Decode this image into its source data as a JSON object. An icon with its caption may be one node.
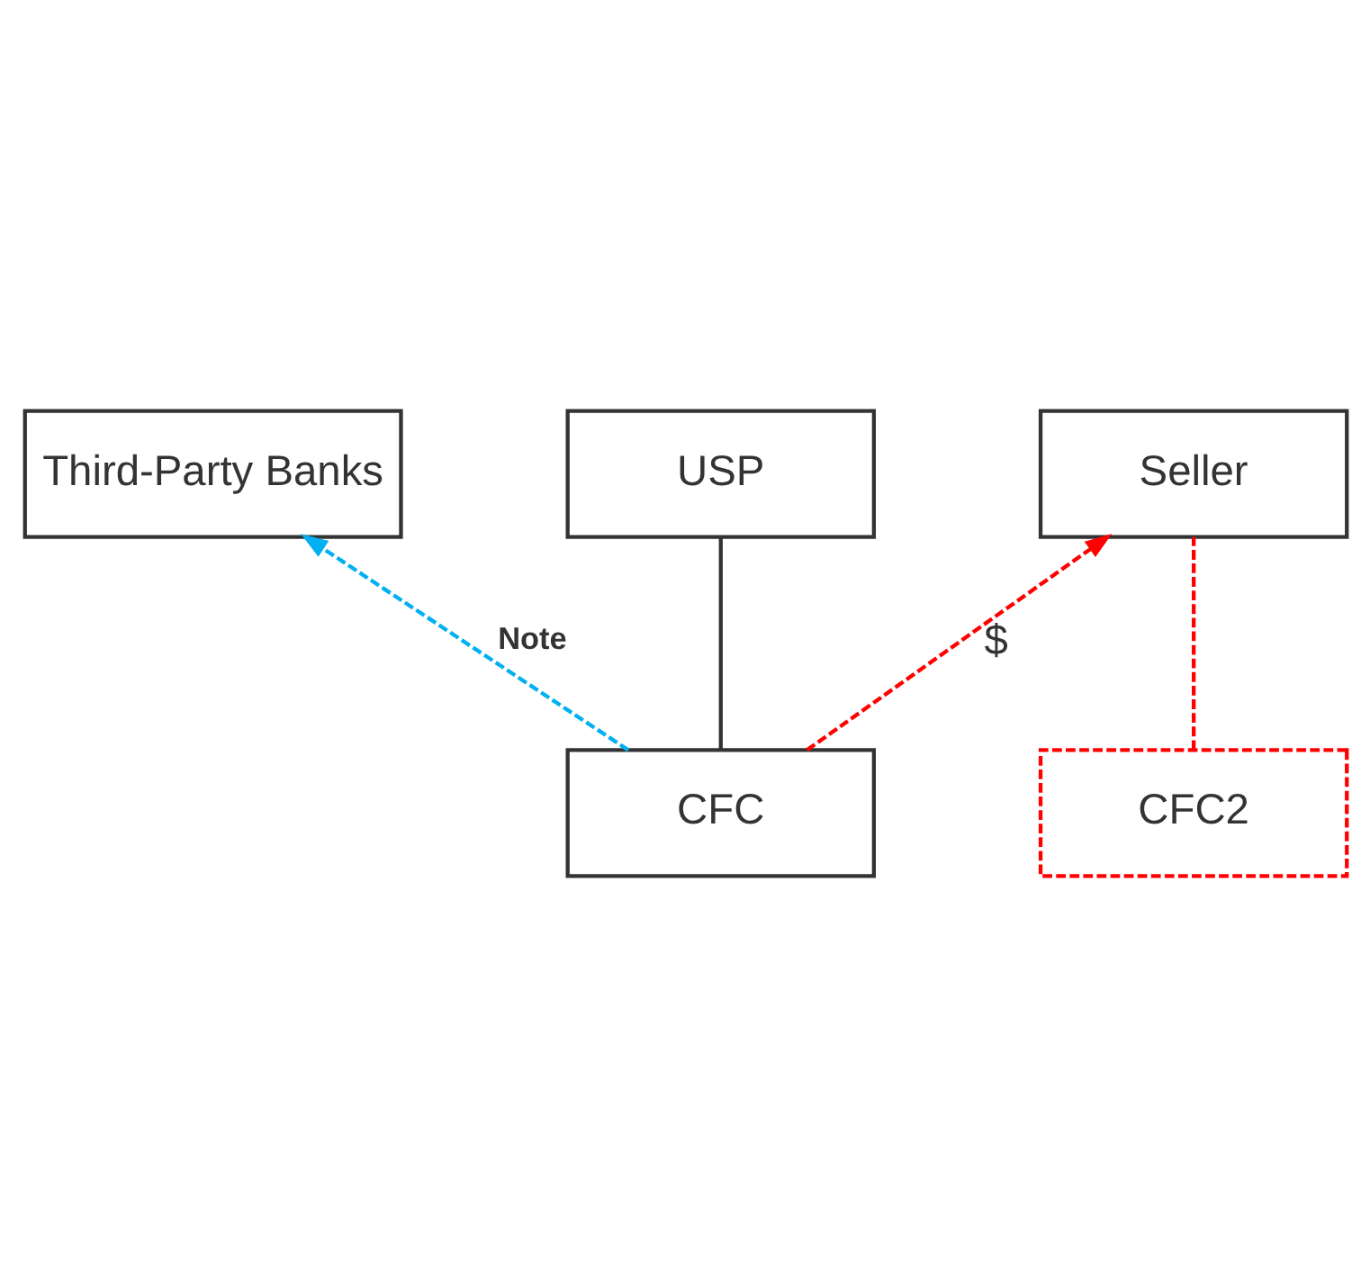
{
  "diagram": {
    "nodes": [
      {
        "text": [
          "Third-Party Banks"
        ]
      },
      {
        "text": [
          "USP"
        ]
      },
      {
        "text": [
          "Seller"
        ]
      },
      {
        "text": [
          "CFC"
        ]
      },
      {
        "text": [
          "CFC2"
        ]
      }
    ],
    "edges": [
      {
        "from": 1,
        "to": 3,
        "arrow": "none",
        "color": "#333333"
      },
      {
        "from": 3,
        "to": 0,
        "arrow": "to",
        "label": "Note",
        "style": "dashed",
        "color": "#00b0f0"
      },
      {
        "from": 3,
        "to": 2,
        "arrow": "to",
        "label": "$",
        "style": "dashed",
        "color": "#ff0000"
      },
      {
        "from": 2,
        "to": 4,
        "arrow": "none",
        "style": "dashed",
        "color": "#ff0000"
      }
    ]
  }
}
